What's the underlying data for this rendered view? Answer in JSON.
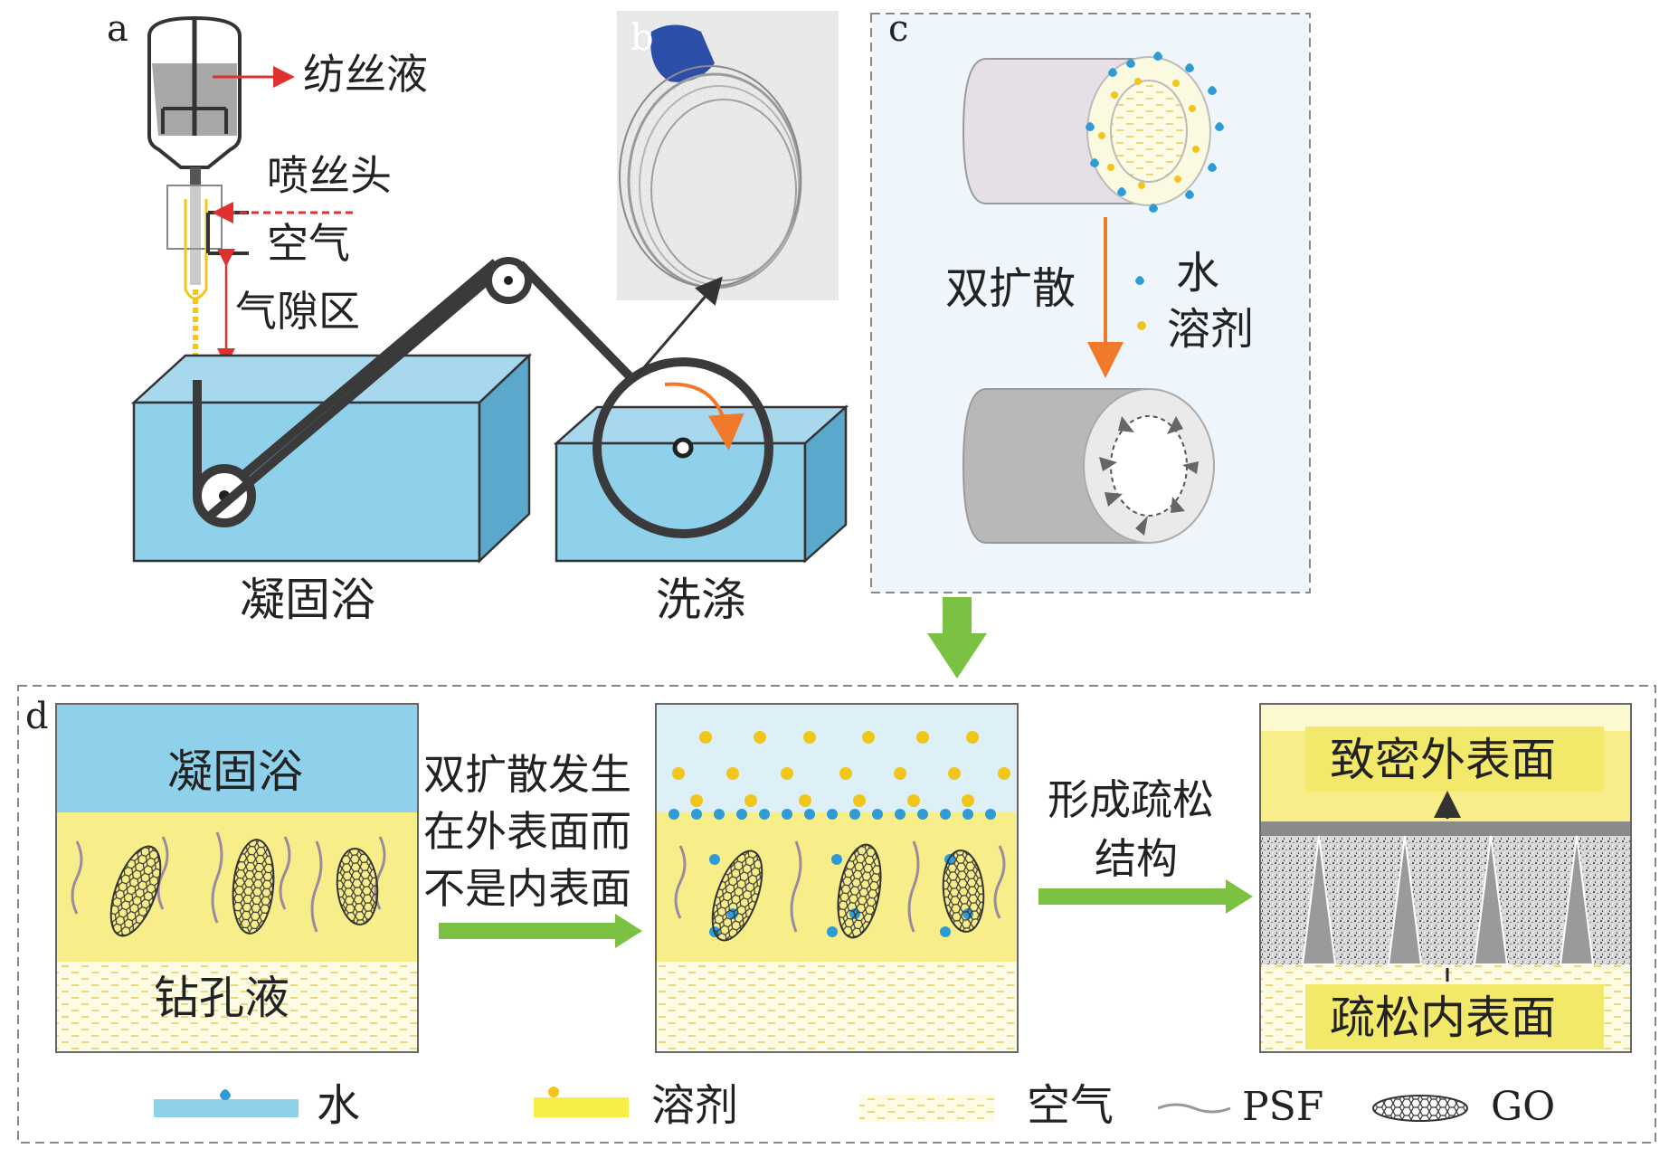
{
  "panels": {
    "a": {
      "letter": "a",
      "spinning_solution": "纺丝液",
      "spinneret": "喷丝头",
      "air": "空气",
      "air_gap": "气隙区",
      "coag_bath": "凝固浴",
      "washing": "洗涤"
    },
    "b": {
      "letter": "b"
    },
    "c": {
      "letter": "c",
      "dual_diffusion": "双扩散",
      "water": "水",
      "solvent": "溶剂"
    },
    "d": {
      "letter": "d",
      "coag_bath": "凝固浴",
      "bore_fluid": "钻孔液",
      "step1_line1": "双扩散发生",
      "step1_line2": "在外表面而",
      "step1_line3": "不是内表面",
      "step2_line1": "形成疏松",
      "step2_line2": "结构",
      "dense_outer": "致密外表面",
      "loose_inner": "疏松内表面"
    }
  },
  "legend": {
    "water": "水",
    "solvent": "溶剂",
    "air": "空气",
    "psf": "PSF",
    "go": "GO"
  },
  "colors": {
    "water_blue": "#8fd0ea",
    "solvent_yellow": "#f7ee8a",
    "green_arrow": "#7cc242",
    "orange_arrow": "#f07a2a",
    "dark_line": "#3a3a3a"
  }
}
